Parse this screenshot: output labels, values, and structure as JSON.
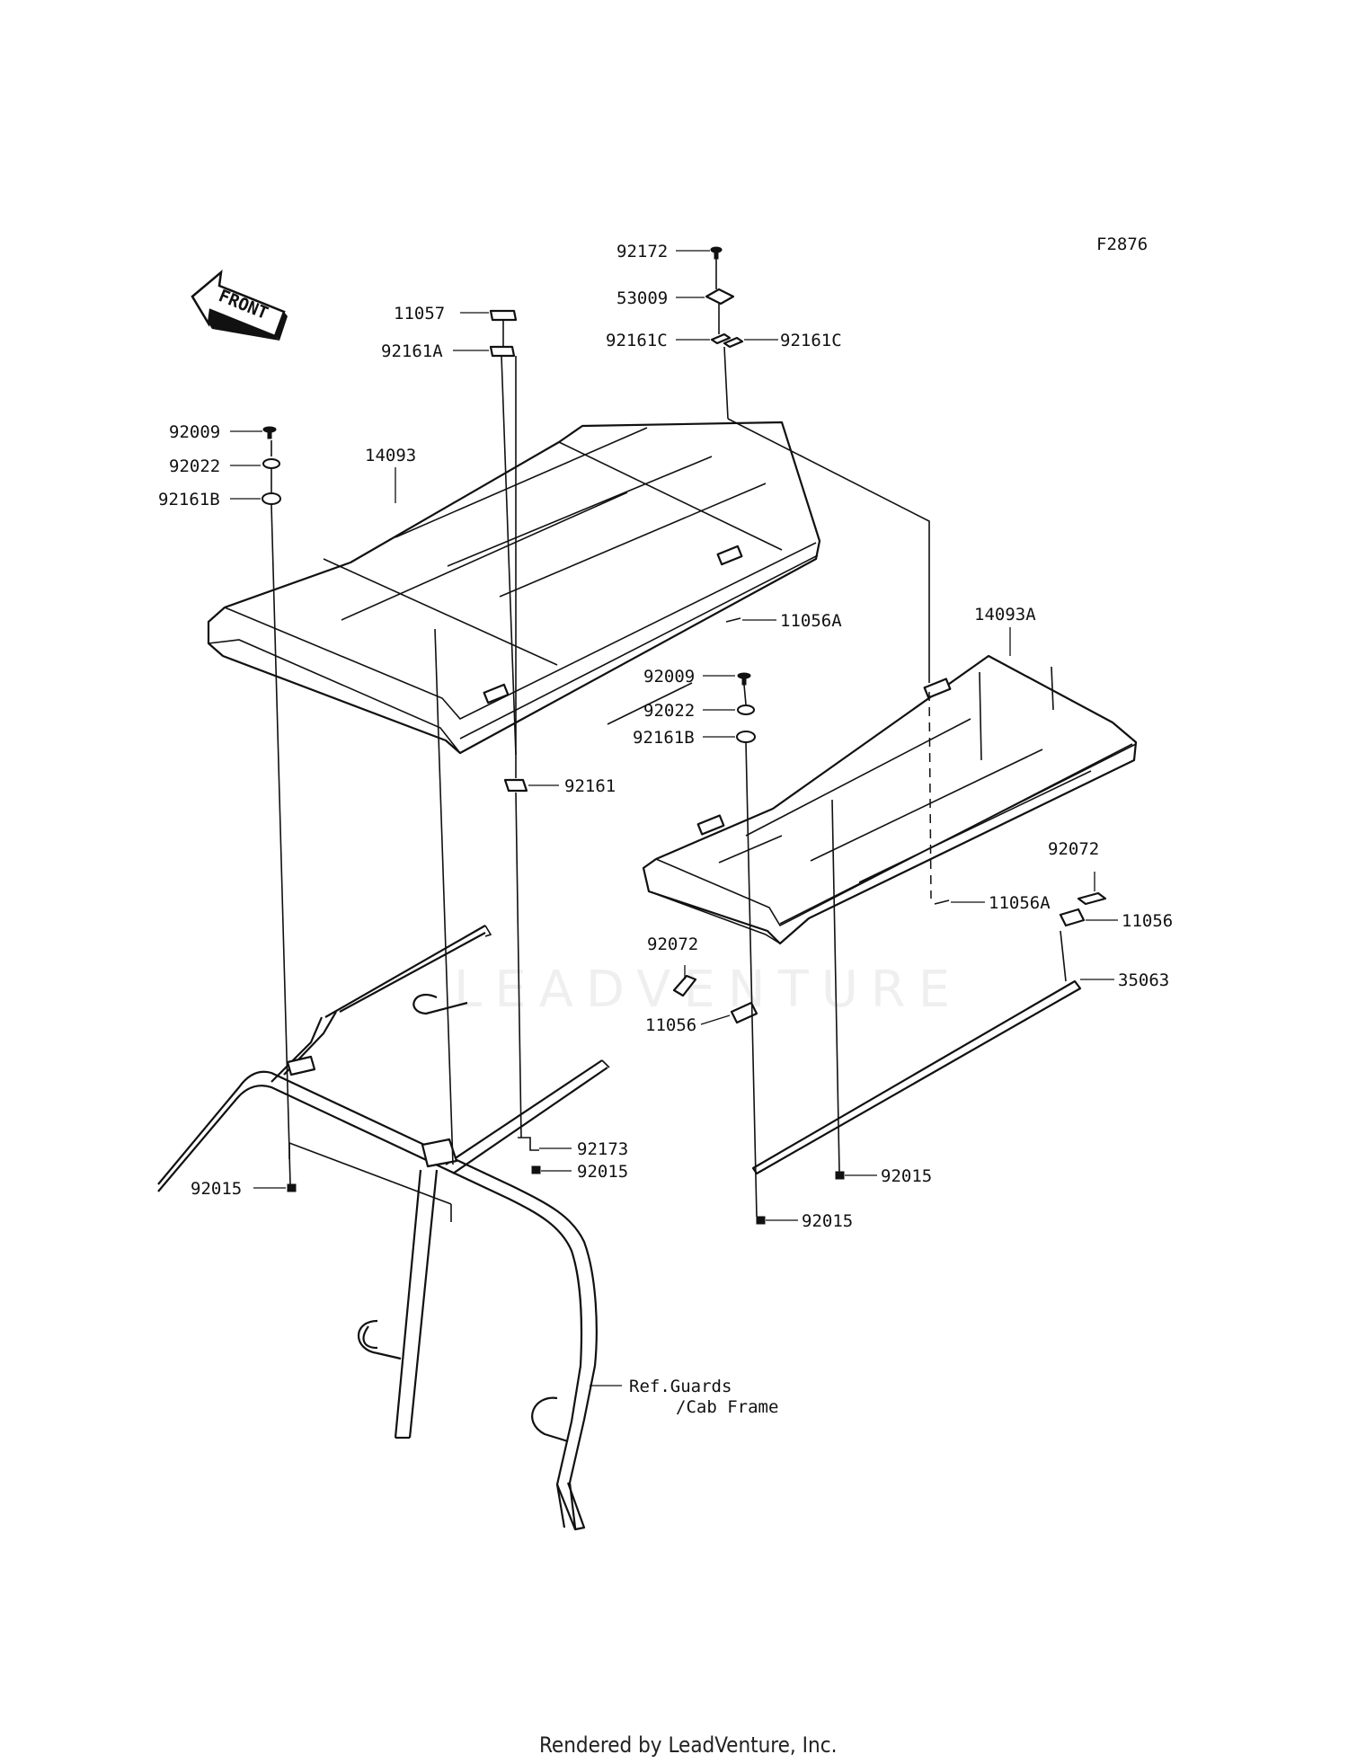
{
  "figure_code": "F2876",
  "front_label": "FRONT",
  "watermark": "LEADVENTURE",
  "footer": "Rendered by LeadVenture, Inc.",
  "callouts": {
    "p92172": "92172",
    "p53009": "53009",
    "p92161C_left": "92161C",
    "p92161C_right": "92161C",
    "p11057": "11057",
    "p92161A": "92161A",
    "p92009_top": "92009",
    "p92022_top": "92022",
    "p92161B_top": "92161B",
    "p14093": "14093",
    "p11056A_top": "11056A",
    "p14093A": "14093A",
    "p92009_mid": "92009",
    "p92022_mid": "92022",
    "p92161B_mid": "92161B",
    "p92161": "92161",
    "p92072_right": "92072",
    "p11056A_mid": "11056A",
    "p11056_right": "11056",
    "p92072_left": "92072",
    "p35063": "35063",
    "p11056_left": "11056",
    "p92173": "92173",
    "p92015_a": "92015",
    "p92015_b": "92015",
    "p92015_c": "92015",
    "p92015_d": "92015",
    "ref_line1": "Ref.Guards",
    "ref_line2": "/Cab Frame"
  }
}
